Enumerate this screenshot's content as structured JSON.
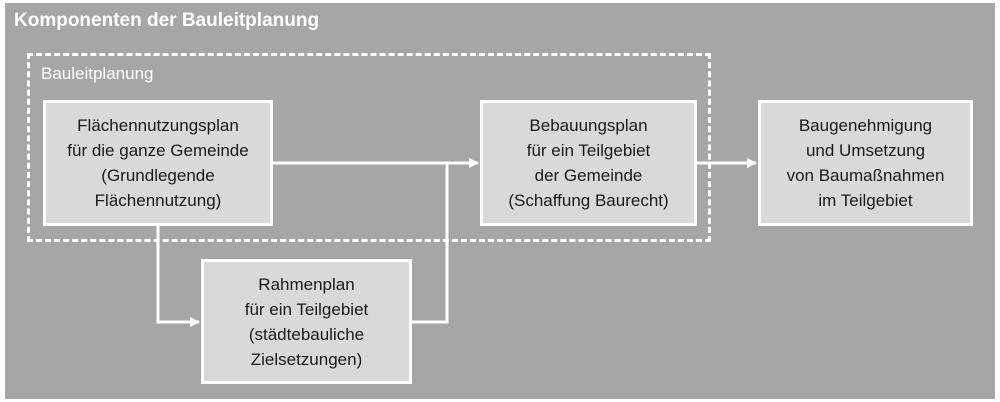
{
  "title": "Komponenten der Bauleitplanung",
  "group": {
    "label": "Bauleitplanung"
  },
  "nodes": {
    "flaechennutzungsplan": "Flächennutzungsplan\nfür die ganze Gemeinde\n(Grundlegende\nFlächennutzung)",
    "bebauungsplan": "Bebauungsplan\nfür ein Teilgebiet\nder Gemeinde\n(Schaffung Baurecht)",
    "baugenehmigung": "Baugenehmigung\nund Umsetzung\nvon Baumaßnahmen\nim Teilgebiet",
    "rahmenplan": "Rahmenplan\nfür ein Teilgebiet\n(städtebauliche\nZielsetzungen)"
  },
  "colors": {
    "background": "#a6a6a6",
    "box_fill": "#d9d9d9",
    "lines": "#ffffff"
  }
}
